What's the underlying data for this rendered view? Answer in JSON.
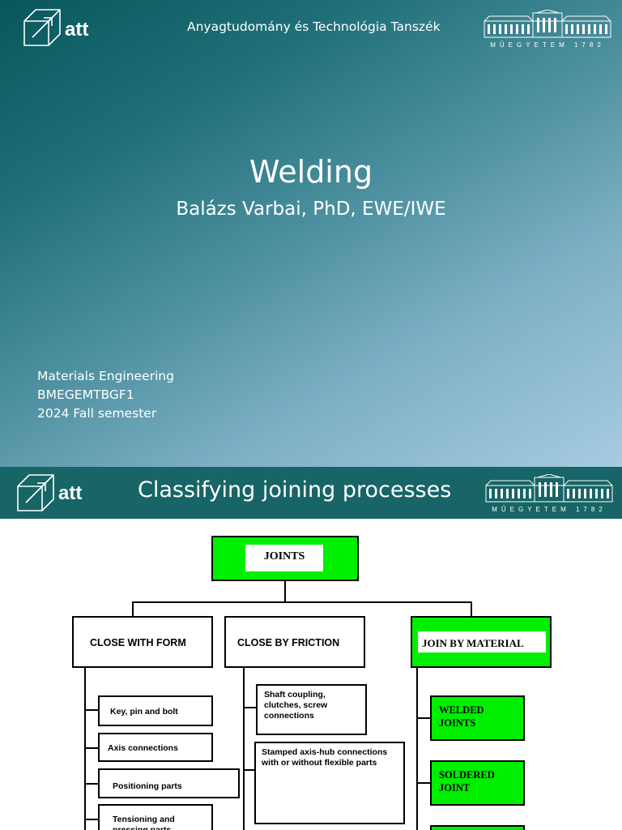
{
  "slide1": {
    "logo_text": "att",
    "department": "Anyagtudomány és Technológia Tanszék",
    "university_logo_text": "MŰEGYETEM 1782",
    "title": "Welding",
    "author": "Balázs Varbai, PhD, EWE/IWE",
    "info": [
      "Materials Engineering",
      "BMEGEMTBGF1",
      "2024 Fall semester"
    ]
  },
  "slide2": {
    "logo_text": "att",
    "title": "Classifying joining processes",
    "university_logo_text": "MŰEGYETEM 1782",
    "diagram": {
      "root": "JOINTS",
      "categories": [
        "CLOSE WITH FORM",
        "CLOSE BY FRICTION",
        "JOIN BY MATERIAL"
      ],
      "form_items": [
        "Key, pin and bolt",
        "Axis connections",
        "Positioning parts",
        "Tensioning and pressing parts"
      ],
      "friction_items": [
        "Shaft coupling, clutches, screw connections",
        "Stamped axis-hub connections with or without flexible parts"
      ],
      "material_items": [
        "WELDED JOINTS",
        "SOLDERED JOINT"
      ]
    }
  },
  "colors": {
    "header_bar": "#176566",
    "diagram_green": "#00ee00"
  }
}
